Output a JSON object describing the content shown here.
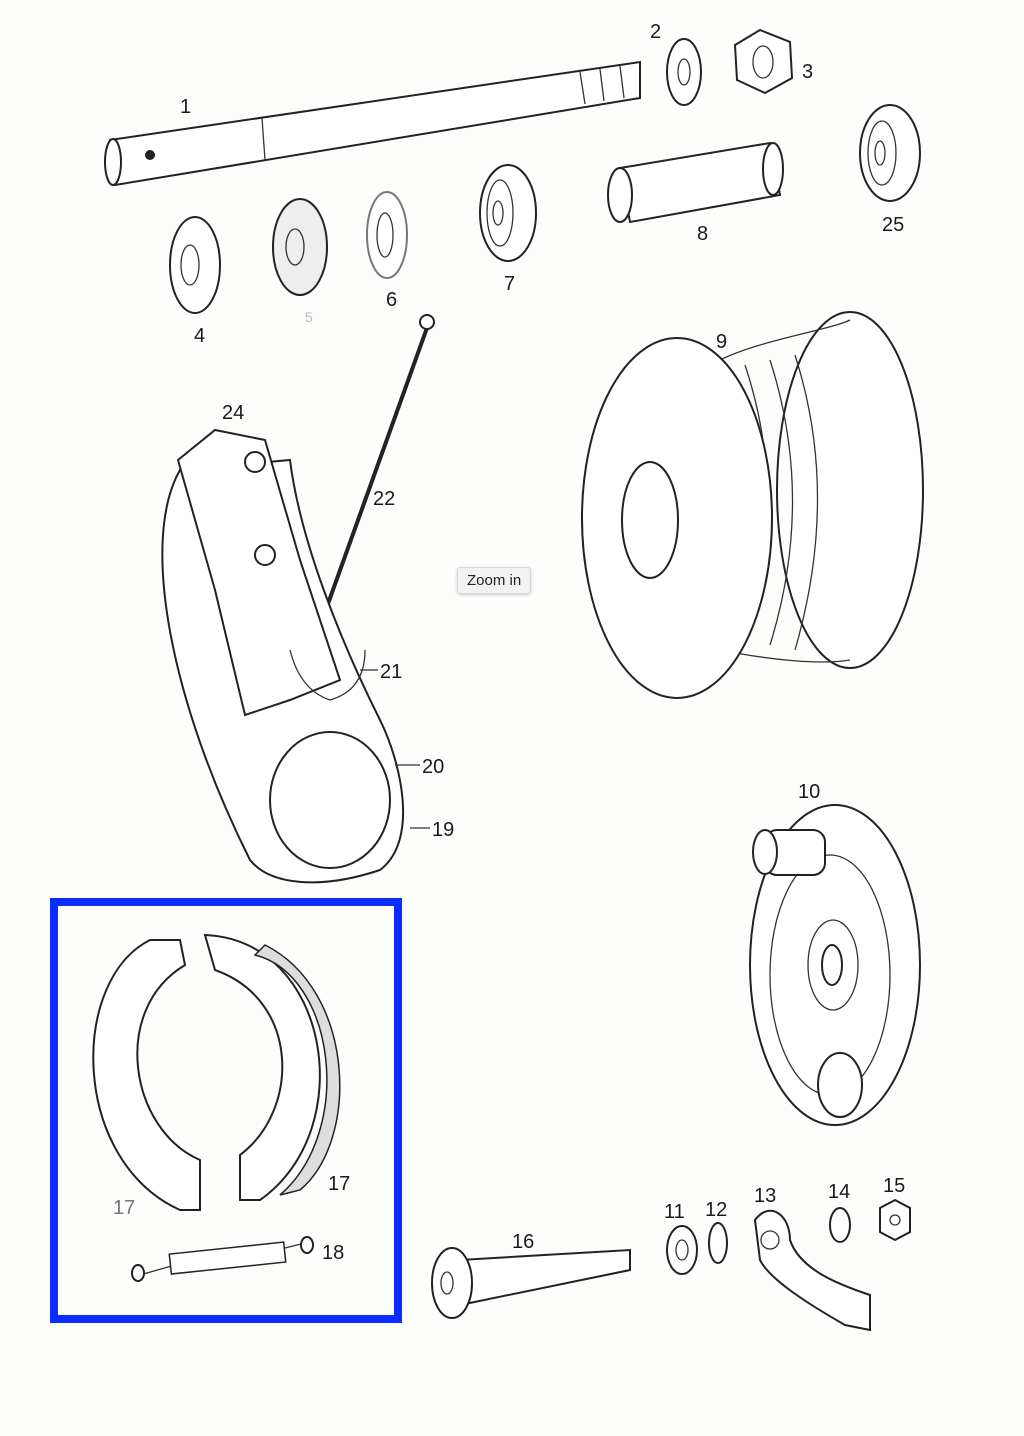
{
  "tooltip": {
    "text": "Zoom in"
  },
  "highlight_color": "#0a2dff",
  "labels": {
    "p1": "1",
    "p2": "2",
    "p3": "3",
    "p4": "4",
    "p5": "5",
    "p6": "6",
    "p7": "7",
    "p8": "8",
    "p9": "9",
    "p10": "10",
    "p11": "11",
    "p12": "12",
    "p13": "13",
    "p14": "14",
    "p15": "15",
    "p16": "16",
    "p17a": "17",
    "p17b": "17",
    "p18": "18",
    "p19": "19",
    "p20": "20",
    "p21": "21",
    "p22": "22",
    "p24": "24",
    "p25": "25"
  }
}
